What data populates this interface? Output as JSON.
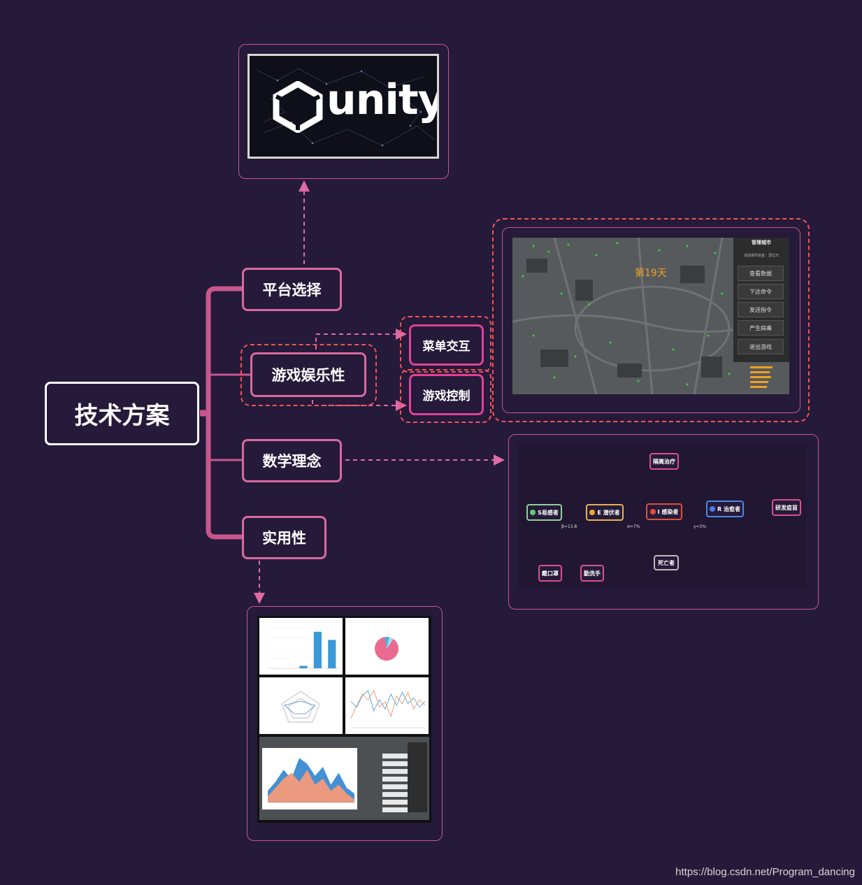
{
  "root": {
    "label": "技术方案"
  },
  "branches": {
    "platform": "平台选择",
    "entertainment": "游戏娱乐性",
    "math": "数学理念",
    "practical": "实用性"
  },
  "leaves": {
    "menu": "菜单交互",
    "control": "游戏控制"
  },
  "unity_logo": "unity",
  "game_screen": {
    "day_label": "第19天",
    "panel_title": "管理城市",
    "panel_subtitle": "当前城市资金：壹亿元",
    "buttons": [
      "查看数据",
      "下达命令",
      "发送指令",
      "产生病毒",
      "退出游戏"
    ]
  },
  "model": {
    "nodes": {
      "s": "S易感者",
      "e": "E 潜伏者",
      "i": "I 感染者",
      "r": "R 治愈者",
      "isolate": "隔离治疗",
      "research": "研发疫苗",
      "dead": "死亡者",
      "mask": "戴口罩",
      "wash": "勤洗手"
    },
    "rates": [
      "β=13.8",
      "σ=7%",
      "γ=5%"
    ],
    "colors": {
      "s": "#5ccf6a",
      "e": "#f0a52c",
      "i": "#ea4b3a",
      "r": "#4a7de8",
      "dead": "#9a9a9a"
    }
  },
  "watermark": "https://blog.csdn.net/Program_dancing",
  "chart_data": [
    {
      "type": "bar",
      "categories": [
        "",
        "",
        "",
        "",
        ""
      ],
      "values": [
        0,
        0,
        18,
        270,
        210
      ],
      "ylim": [
        0,
        300
      ]
    },
    {
      "type": "pie",
      "values": [
        88,
        6,
        6
      ]
    },
    {
      "type": "line",
      "series": [
        {
          "values": [
            28,
            22,
            34,
            40,
            18,
            30,
            20,
            36,
            24,
            38,
            26,
            32,
            22,
            28
          ]
        },
        {
          "values": [
            10,
            24,
            36,
            30,
            40,
            22,
            28,
            12,
            34,
            26,
            38,
            20,
            30,
            24
          ]
        }
      ]
    },
    {
      "type": "area",
      "series": [
        {
          "values": [
            8,
            14,
            22,
            16,
            30,
            26,
            18,
            24,
            12,
            20,
            10,
            6
          ]
        },
        {
          "values": [
            4,
            10,
            16,
            20,
            14,
            22,
            12,
            16,
            8,
            12,
            6,
            2
          ]
        }
      ]
    }
  ]
}
